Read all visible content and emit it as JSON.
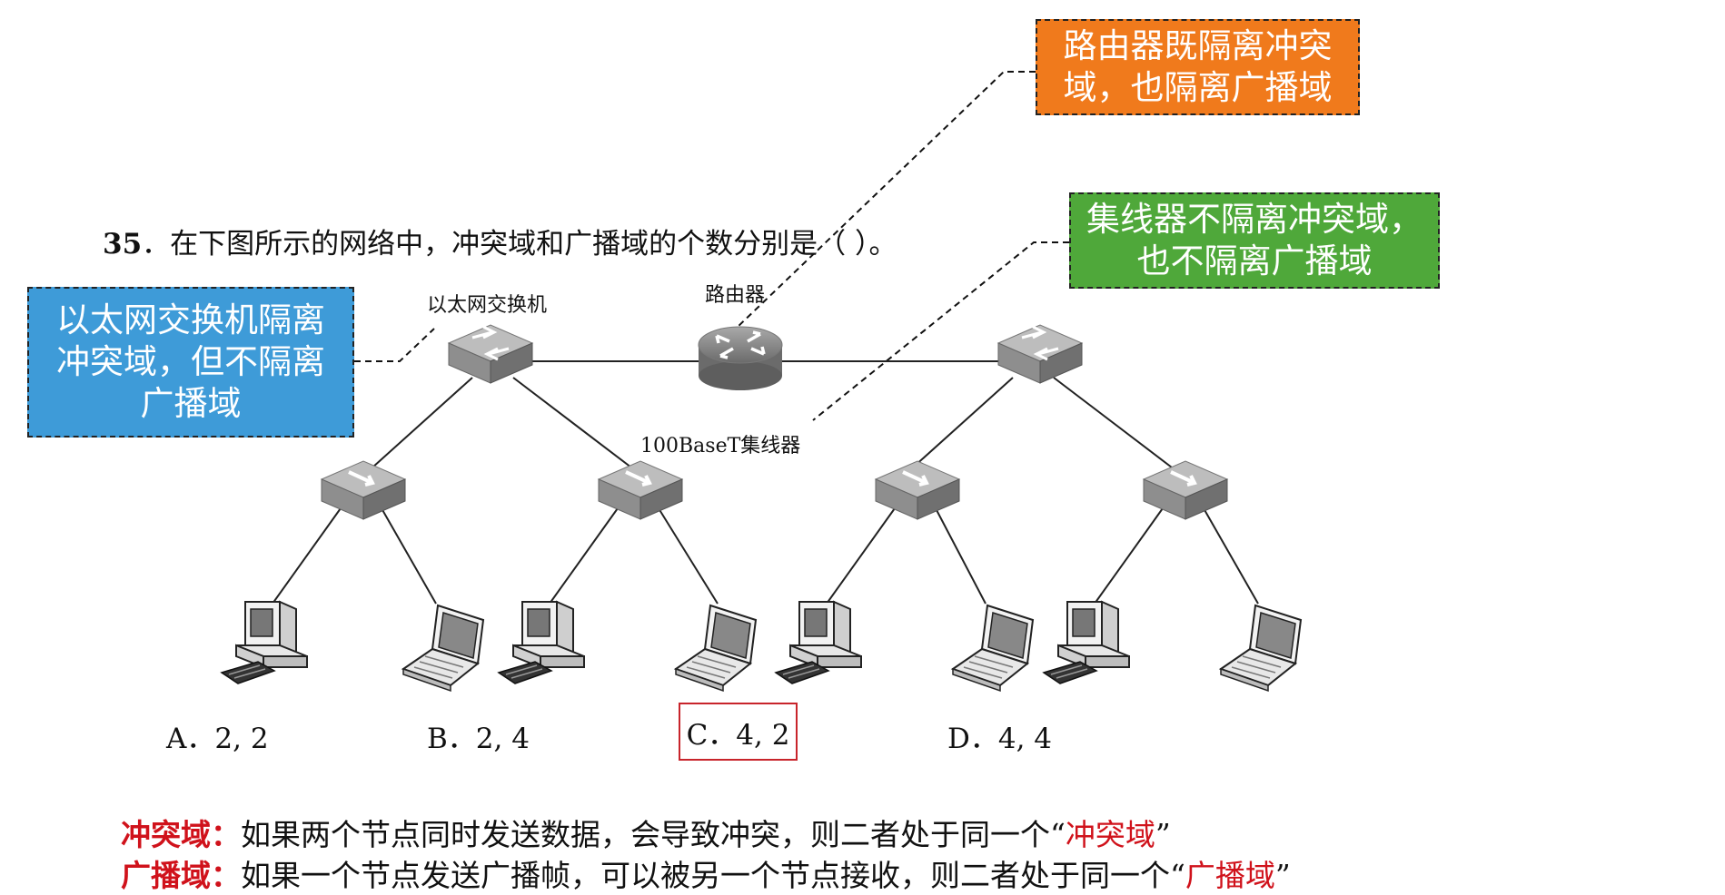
{
  "callouts": {
    "router": "路由器既隔离冲突\n域，也隔离广播域",
    "hub": "集线器不隔离冲突域，\n也不隔离广播域",
    "switch": "以太网交换机隔离\n冲突域，但不隔离\n广播域"
  },
  "question": {
    "number": "35",
    "text": "．在下图所示的网络中，冲突域和广播域的个数分别是（      ）。"
  },
  "labels": {
    "switch": "以太网交换机",
    "router": "路由器",
    "hub": "100BaseT集线器"
  },
  "options": {
    "a": "A．2, 2",
    "b": "B．2, 4",
    "c": "C．4, 2",
    "d": "D．4, 4"
  },
  "definitions": {
    "collision": {
      "term": "冲突域：",
      "text": "如果两个节点同时发送数据，会导致冲突，则二者处于同一个“",
      "highlight": "冲突域",
      "close": "”"
    },
    "broadcast": {
      "term": "广播域：",
      "text": "如果一个节点发送广播帧，可以被另一个节点接收，则二者处于同一个“",
      "highlight": "广播域",
      "close": "”"
    }
  },
  "colors": {
    "router_callout": "#F07A1C",
    "hub_callout": "#4FA83A",
    "switch_callout": "#3E9BD8",
    "highlight": "#d0121b"
  }
}
